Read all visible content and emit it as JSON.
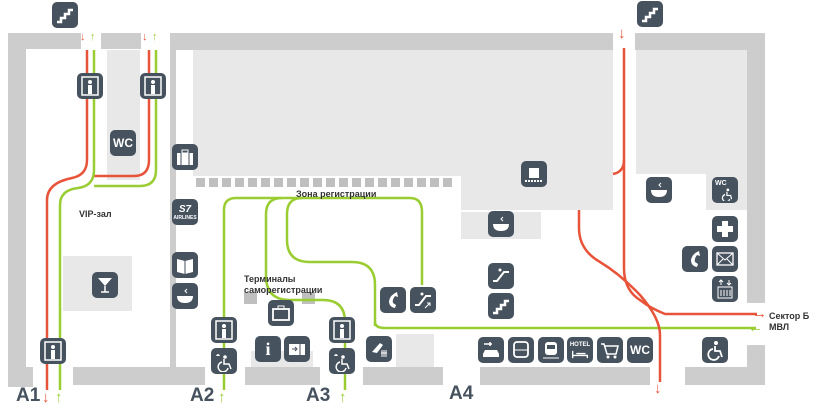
{
  "map": {
    "labels": {
      "vip": "VIP-зал",
      "checkin_zone": "Зона регистрации",
      "self_checkin_1": "Терминалы",
      "self_checkin_2": "саморегистрации",
      "sector_b_1": "Сектор Б",
      "sector_b_2": "МВЛ"
    },
    "gates": [
      "A1",
      "A2",
      "A3",
      "A4"
    ],
    "icons": {
      "wc": "WC",
      "hotel": "HOTEL",
      "s7": "S7",
      "airlines": "AIRLINES",
      "info": "i",
      "wc_accessible": "WC"
    },
    "colors": {
      "departure_route": "#e8543a",
      "arrival_route": "#9acd32",
      "icon_bg": "#47525f",
      "wall": "#cdcdcd",
      "zone": "#e8e8e8"
    },
    "legend_arrows": {
      "down": "↓",
      "up": "↑",
      "right": "→",
      "left": "←"
    }
  }
}
